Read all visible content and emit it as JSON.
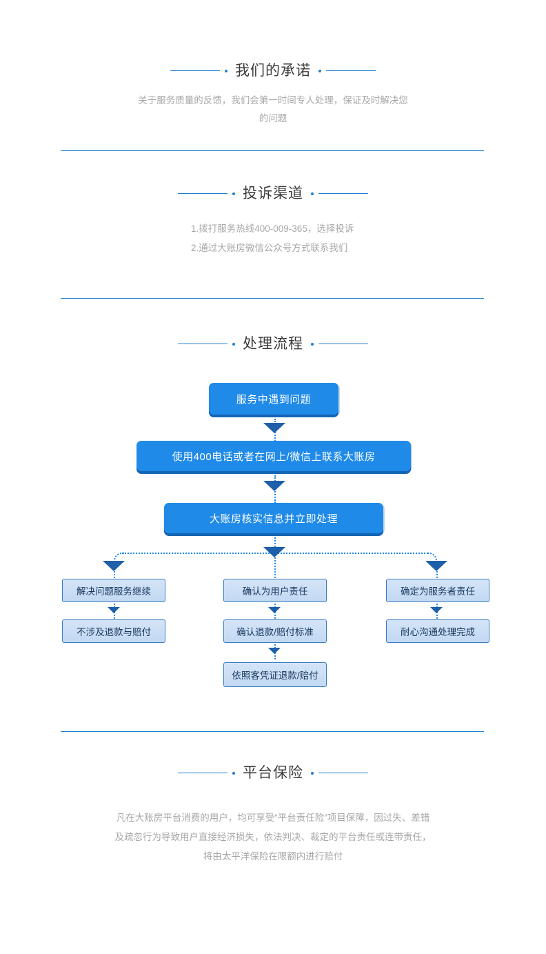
{
  "colors": {
    "accent_blue": "#1b7fd0",
    "box_primary_fill": "#1f8ae8",
    "box_primary_shadow": "#1565b5",
    "box_light_fill": "#c9ddf5",
    "box_light_border": "#3a7cc4",
    "box_light_text": "#17365d",
    "heading_text": "#3b3b3b",
    "body_text": "#a7a7a7",
    "arrow": "#1d5fa8",
    "background": "#ffffff"
  },
  "sections": {
    "promise": {
      "title": "我们的承诺",
      "body": "关于服务质量的反馈，我们会第一时间专人处理，保证及时解决您的问题"
    },
    "channel": {
      "title": "投诉渠道",
      "lines": [
        "1.拨打服务热线400-009-365，选择投诉",
        "2.通过大账房微信公众号方式联系我们"
      ]
    },
    "process": {
      "title": "处理流程"
    },
    "insurance": {
      "title": "平台保险",
      "body": "凡在大账房平台消费的用户，均可享受“平台责任险”项目保障，因过失、差错及疏忽行为导致用户直接经济损失，依法判决、裁定的平台责任或连带责任，将由太平洋保险在限额内进行赔付"
    }
  },
  "flowchart": {
    "type": "flow-diagram",
    "main_steps": [
      "服务中遇到问题",
      "使用400电话或者在网上/微信上联系大账房",
      "大账房核实信息并立即处理"
    ],
    "branches": [
      {
        "name": "left-branch",
        "steps": [
          "解决问题服务继续",
          "不涉及退款与赔付"
        ]
      },
      {
        "name": "center-branch",
        "steps": [
          "确认为用户责任",
          "确认退款/赔付标准",
          "依照客凭证退款/赔付"
        ]
      },
      {
        "name": "right-branch",
        "steps": [
          "确定为服务者责任",
          "耐心沟通处理完成"
        ]
      }
    ]
  }
}
